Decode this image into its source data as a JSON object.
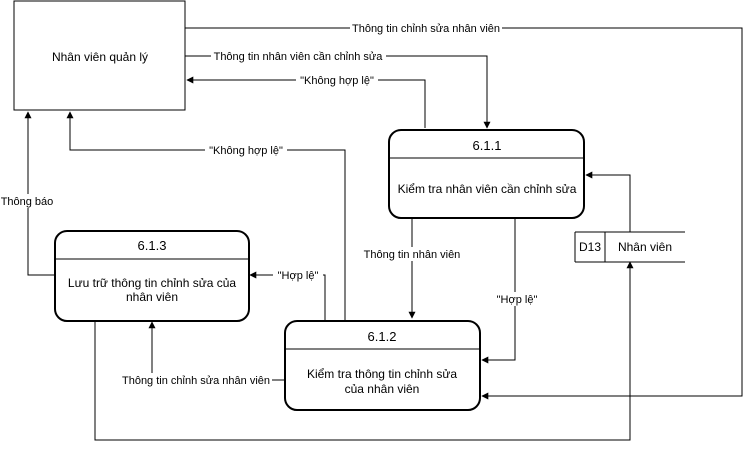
{
  "entity": {
    "name": "Nhân viên quản lý"
  },
  "processes": [
    {
      "id": "6.1.1",
      "name": "Kiểm tra nhân viên cần chỉnh sửa"
    },
    {
      "id": "6.1.2",
      "name_line1": "Kiểm tra thông tin chỉnh sửa",
      "name_line2": "của nhân viên"
    },
    {
      "id": "6.1.3",
      "name_line1": "Lưu trữ thông tin chỉnh sửa của",
      "name_line2": "nhân viên"
    }
  ],
  "datastore": {
    "code": "D13",
    "name": "Nhân viên"
  },
  "flows": {
    "top_long": "Thông tin chỉnh sửa nhân viên",
    "need_edit": "Thông tin nhân viên cần chỉnh sửa",
    "invalid_1": "\"Không hợp lệ\"",
    "invalid_2": "\"Không hợp lệ\"",
    "notify": "Thông báo",
    "staff_info": "Thông tin nhân viên",
    "valid_1": "\"Hợp lệ\"",
    "valid_2": "\"Hợp lệ\"",
    "edit_info_bottom": "Thông tin chỉnh sửa nhân viên"
  }
}
